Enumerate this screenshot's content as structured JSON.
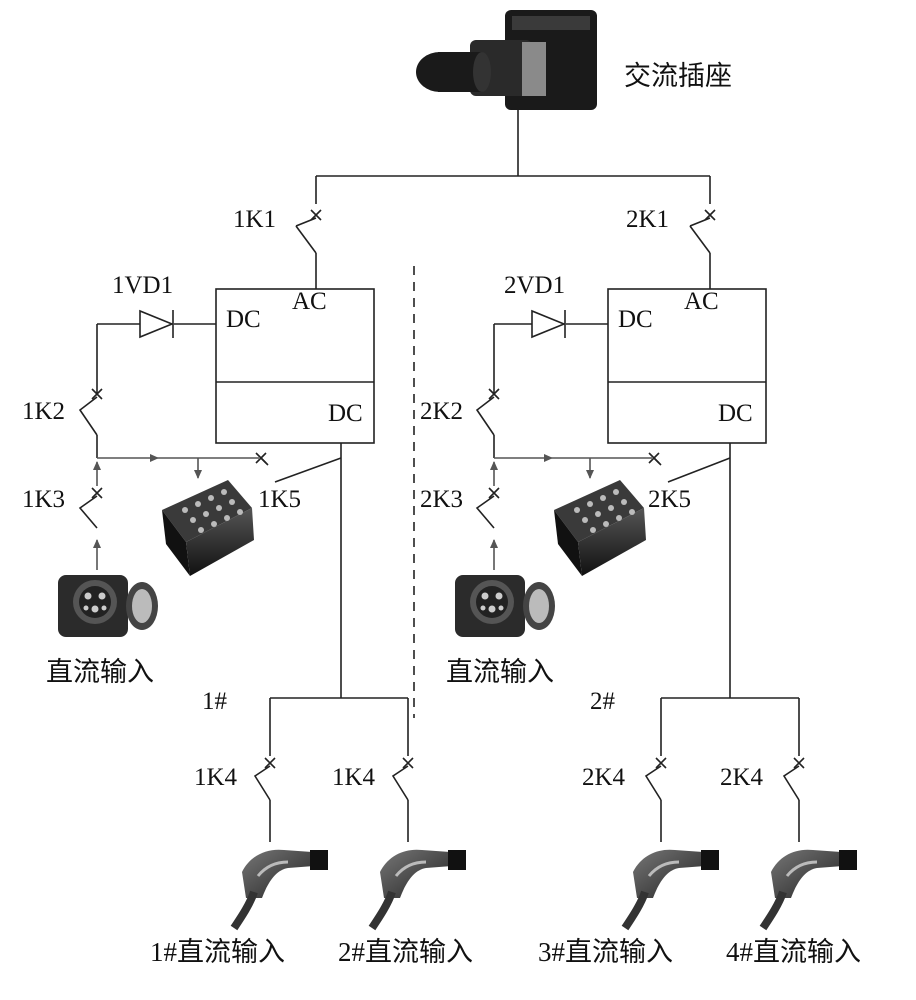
{
  "ac_socket_label": "交流插座",
  "left": {
    "k1": "1K1",
    "k2": "1K2",
    "k3": "1K3",
    "k5": "1K5",
    "vd": "1VD1",
    "box_ac": "AC",
    "box_dc_top": "DC",
    "box_dc_bottom": "DC",
    "dc_input": "直流输入",
    "group": "1#",
    "k4_a": "1K4",
    "k4_b": "1K4",
    "out_a": "1#直流输入",
    "out_b": "2#直流输入"
  },
  "right": {
    "k1": "2K1",
    "k2": "2K2",
    "k3": "2K3",
    "k5": "2K5",
    "vd": "2VD1",
    "box_ac": "AC",
    "box_dc_top": "DC",
    "box_dc_bottom": "DC",
    "dc_input": "直流输入",
    "group": "2#",
    "k4_a": "2K4",
    "k4_b": "2K4",
    "out_a": "3#直流输入",
    "out_b": "4#直流输入"
  }
}
